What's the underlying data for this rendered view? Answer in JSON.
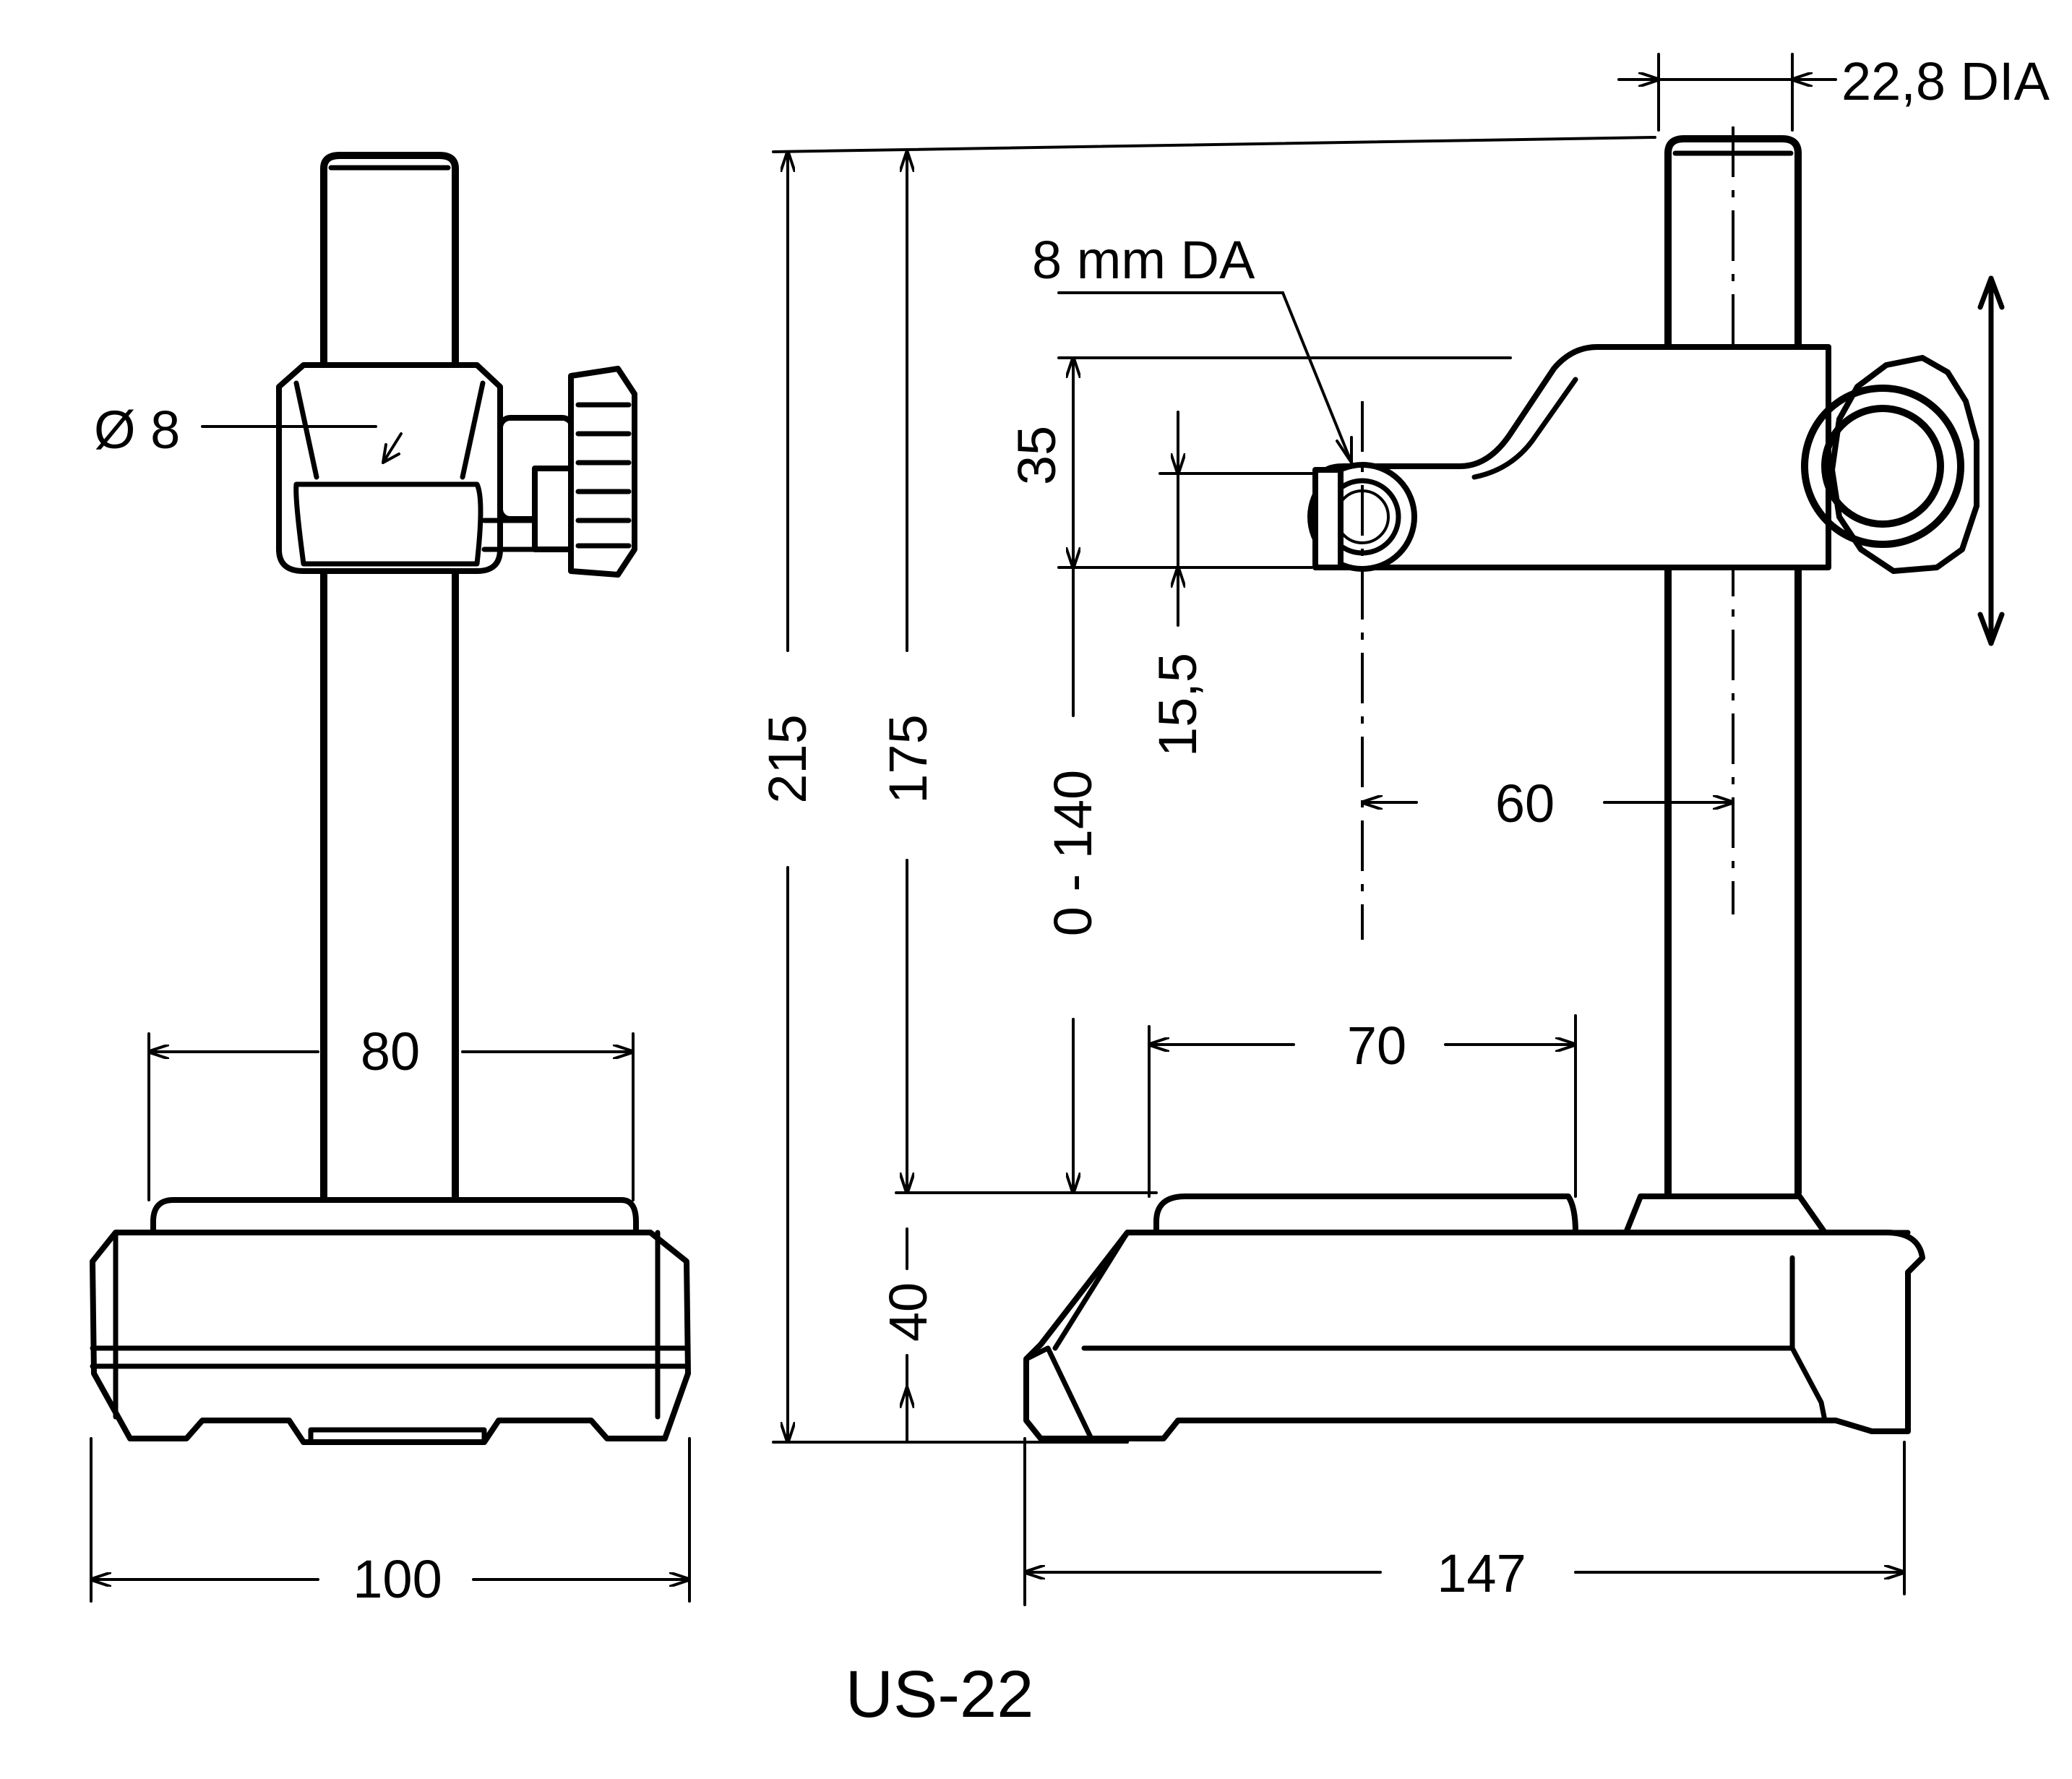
{
  "title": "US-22",
  "front_view": {
    "diameter_label": "Ø 8",
    "base_top_width": "80",
    "base_width": "100"
  },
  "side_view": {
    "column_diameter": "22,8 DIA",
    "bore_label": "8 mm DA",
    "total_height": "215",
    "column_height": "175",
    "arm_height": "35",
    "bore_offset": "15,5",
    "travel_range": "0 - 140",
    "arm_reach": "60",
    "platform_width": "70",
    "base_height": "40",
    "base_length": "147"
  }
}
